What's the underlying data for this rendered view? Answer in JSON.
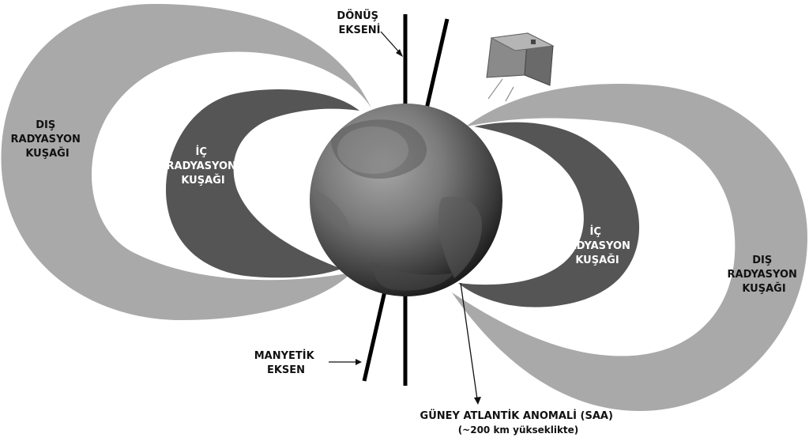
{
  "labels": {
    "rotation_axis": [
      "DÖNÜŞ",
      "EKSENİ"
    ],
    "outer_belt_left": [
      "DIŞ",
      "RADYASYON",
      "KUŞAĞI"
    ],
    "inner_belt_left": [
      "İÇ",
      "RADYASYON",
      "KUŞAĞI"
    ],
    "inner_belt_right": [
      "İÇ",
      "RADYASYON",
      "KUŞAĞI"
    ],
    "outer_belt_right": [
      "DIŞ",
      "RADYASYON",
      "KUŞAĞI"
    ],
    "magnetic_axis": [
      "MANYETİK",
      "EKSEN"
    ],
    "saa": [
      "GÜNEY ATLANTİK ANOMALİ (SAA)",
      "(~200 km yükseklikte)"
    ]
  },
  "colors": {
    "outer_belt": "#a9a9a9",
    "inner_belt": "#555555",
    "earth_light": "#9a9a9a",
    "earth_dark": "#2e2e2e",
    "axis": "#000000",
    "text": "#111111"
  }
}
